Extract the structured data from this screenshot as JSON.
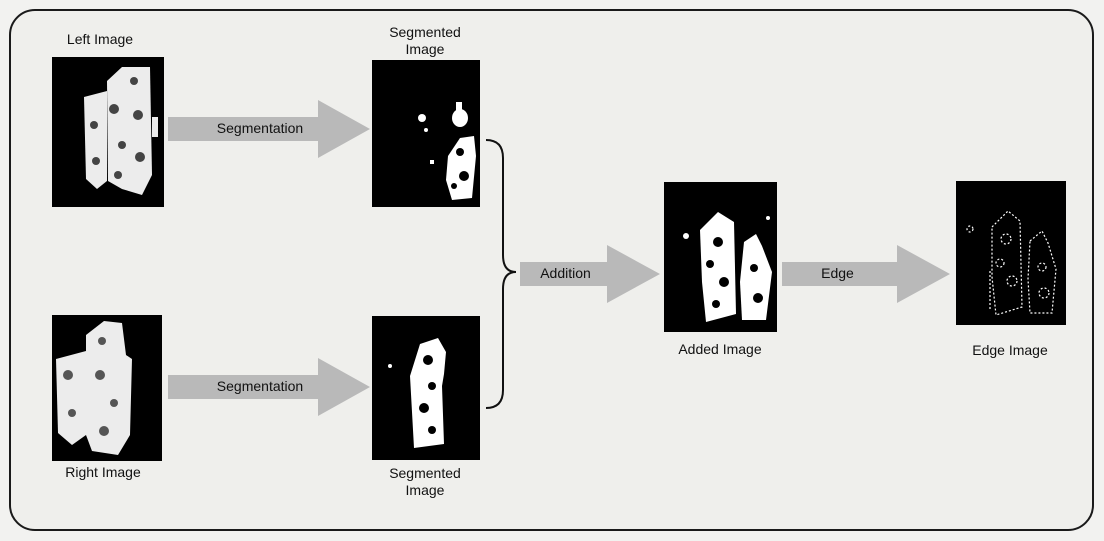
{
  "nodes": {
    "left_image": {
      "label": "Left Image"
    },
    "right_image": {
      "label": "Right Image"
    },
    "segmented_top": {
      "label": "Segmented\nImage"
    },
    "segmented_bottom": {
      "label": "Segmented\nImage"
    },
    "added_image": {
      "label": "Added Image"
    },
    "edge_image": {
      "label": "Edge Image"
    }
  },
  "arrows": {
    "segmentation_top": "Segmentation",
    "segmentation_bottom": "Segmentation",
    "addition": "Addition",
    "edge": "Edge"
  },
  "colors": {
    "frame_border": "#1a1a1a",
    "background": "#efefec",
    "arrow": "#b8b8b8",
    "image_bg": "#000000",
    "image_fg": "#ffffff"
  }
}
